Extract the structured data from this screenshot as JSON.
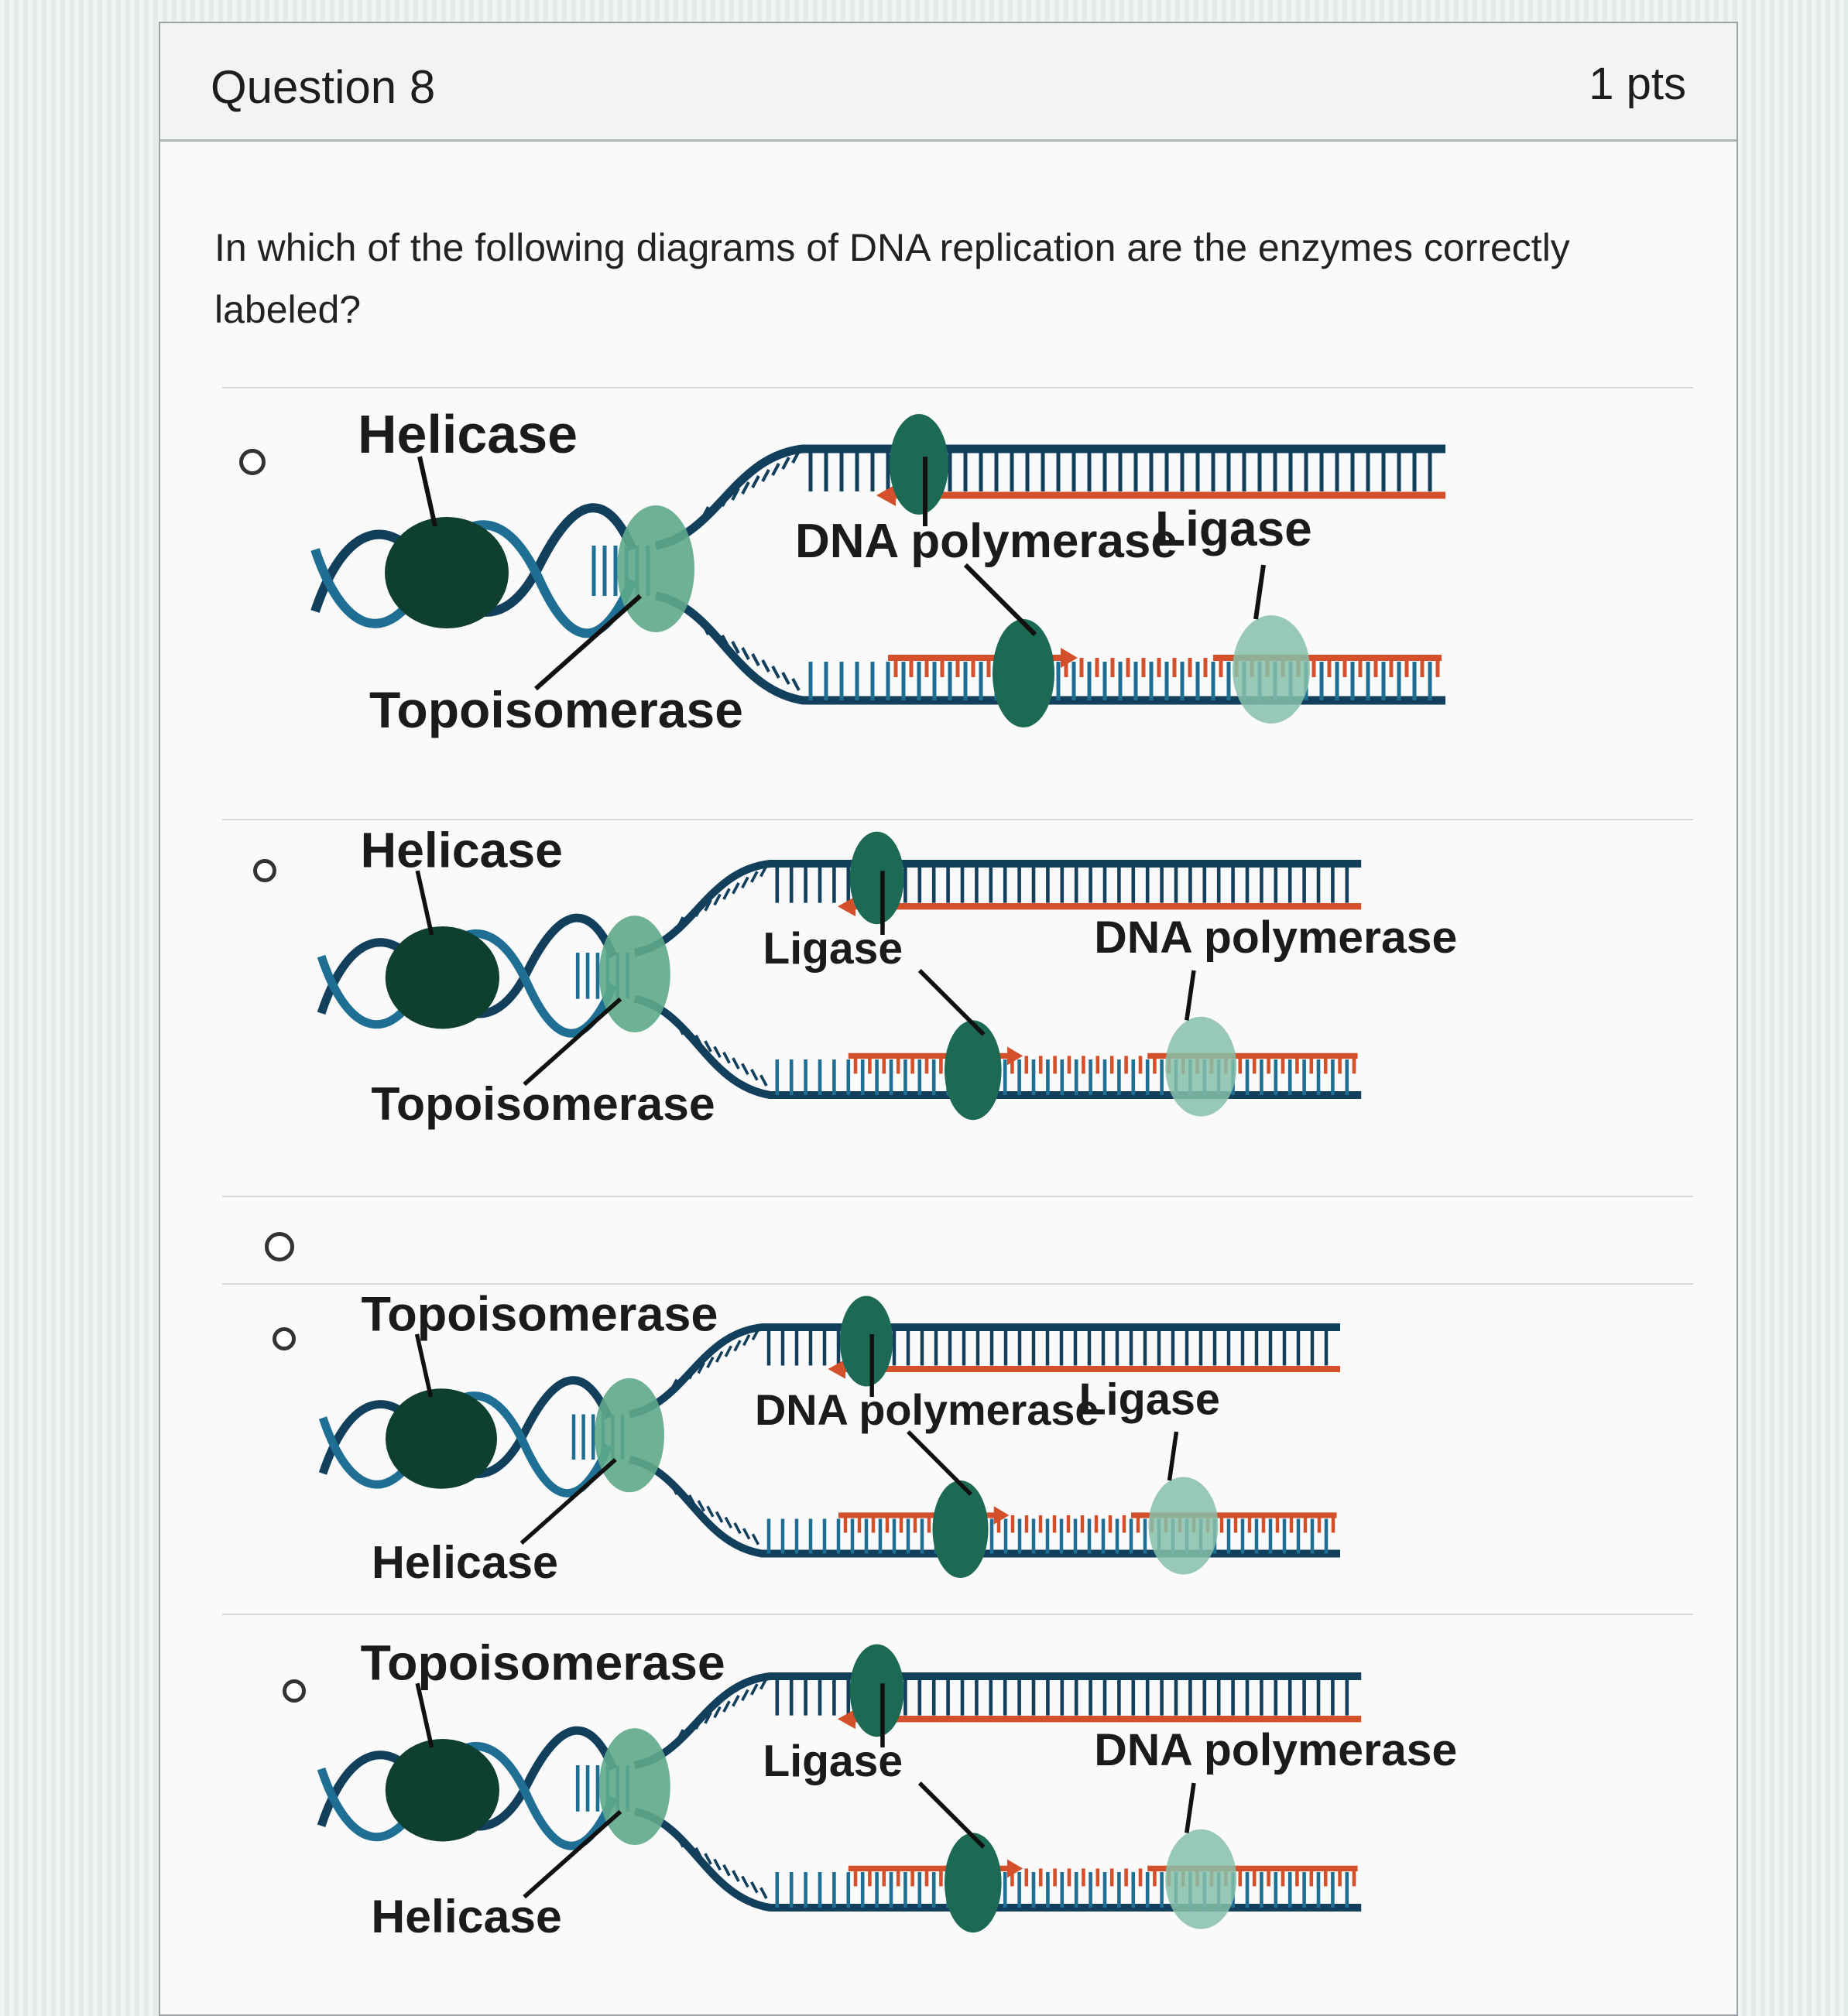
{
  "question": {
    "title": "Question 8",
    "points": "1 pts"
  },
  "prompt": "In which of the following diagrams of DNA replication are the enzymes correctly labeled?",
  "options": [
    {
      "labels": {
        "top": "Helicase",
        "bottom_left": "Topoisomerase",
        "middle": "DNA polymerase",
        "right": "Ligase"
      }
    },
    {
      "labels": {
        "top": "Helicase",
        "bottom_left": "Topoisomerase",
        "middle": "Ligase",
        "right": "DNA polymerase"
      }
    },
    {
      "labels": {}
    },
    {
      "labels": {
        "top": "Topoisomerase",
        "bottom_left": "Helicase",
        "middle": "DNA polymerase",
        "right": "Ligase"
      }
    },
    {
      "labels": {
        "top": "Topoisomerase",
        "bottom_left": "Helicase",
        "middle": "Ligase",
        "right": "DNA polymerase"
      }
    }
  ],
  "colors": {
    "strand": "#123f5c",
    "rung": "#1f6f95",
    "new_strand": "#d4502a",
    "enzyme_dark": "#0f3f2f",
    "enzyme_mid": "#1c6a54",
    "enzyme_light": "#5ea98a",
    "enzyme_pale": "#86bfa9"
  }
}
